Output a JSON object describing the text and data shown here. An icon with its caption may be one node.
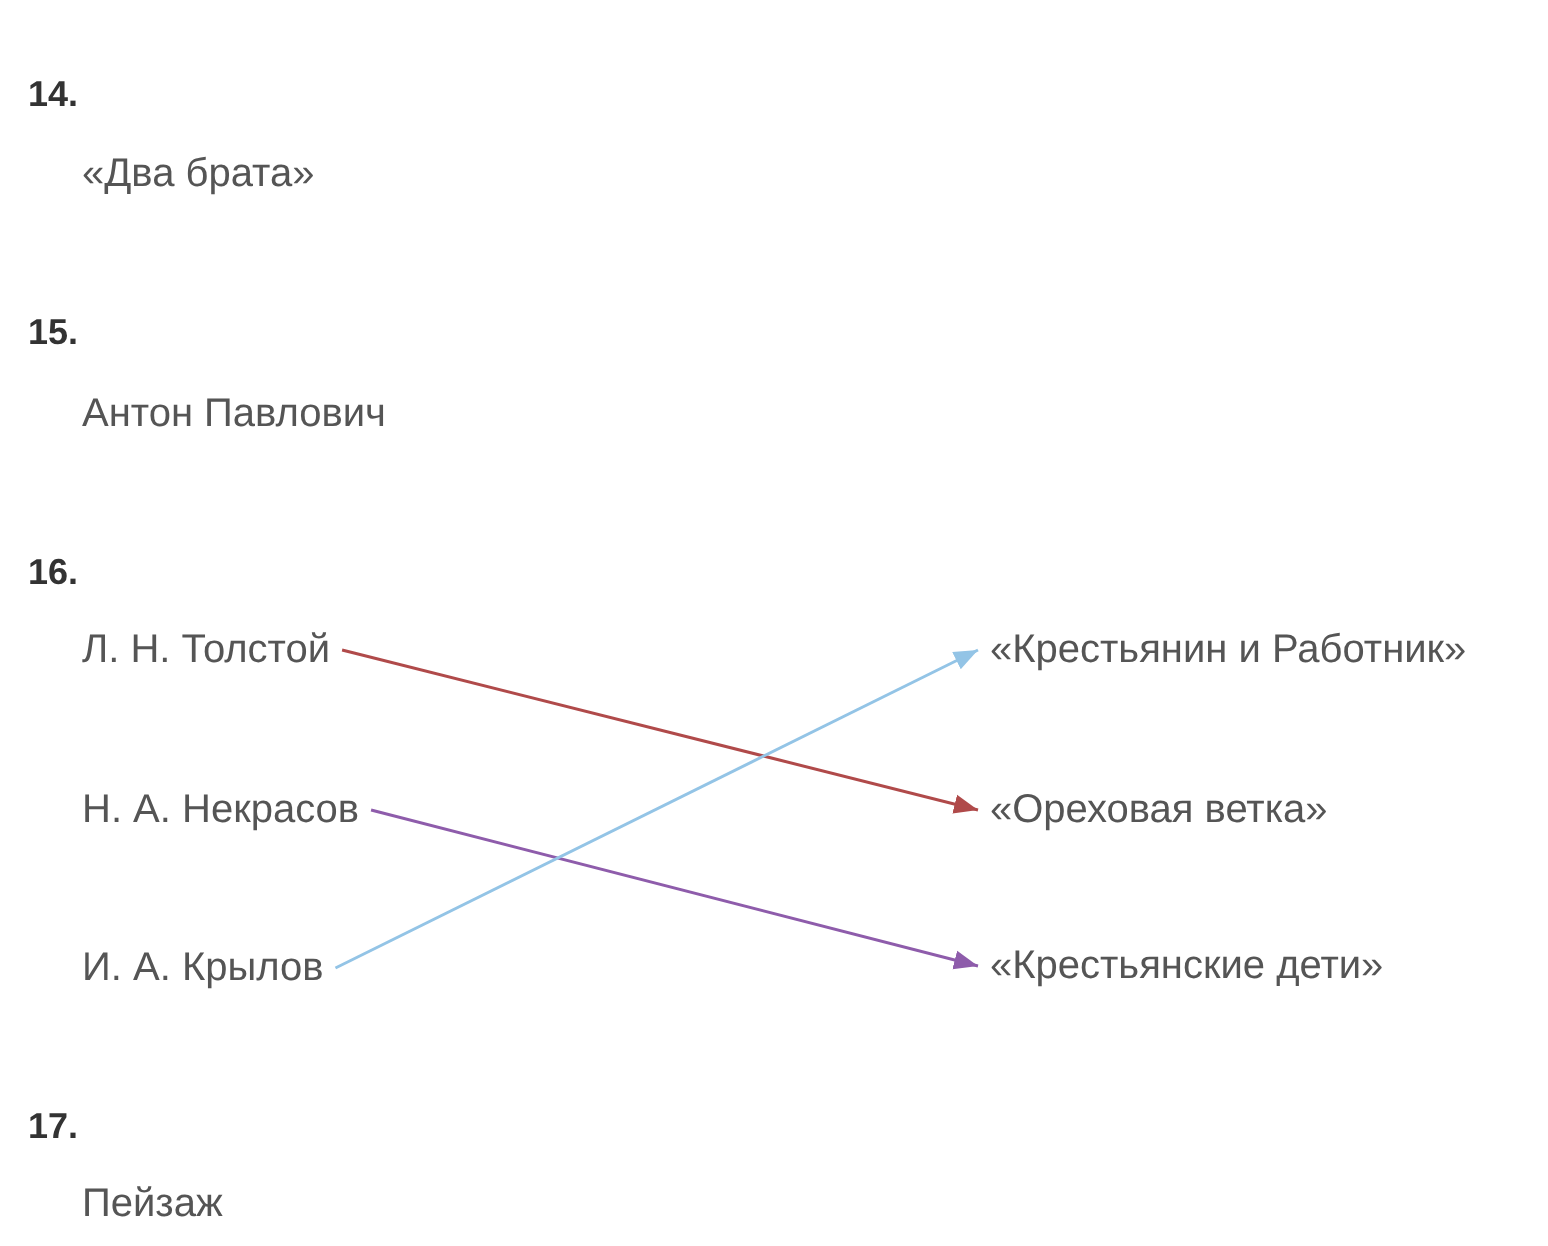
{
  "diagram": {
    "nodes": [
      {
        "text": [
          "Л. Н. Толстой"
        ]
      },
      {
        "text": [
          "Н. А. Некрасов"
        ]
      },
      {
        "text": [
          "И. А. Крылов"
        ]
      },
      {
        "text": [
          "«Крестьянин и Работник»"
        ]
      },
      {
        "text": [
          "«Ореховая ветка»"
        ]
      },
      {
        "text": [
          "«Крестьянские дети»"
        ]
      }
    ],
    "edges": [
      {
        "from": 0,
        "to": 4,
        "arrow": "to",
        "color": "#b04a4a"
      },
      {
        "from": 1,
        "to": 5,
        "arrow": "to",
        "color": "#8e5cab"
      },
      {
        "from": 2,
        "to": 3,
        "arrow": "to",
        "color": "#93c4e6"
      }
    ],
    "labels": [
      "14.",
      "«Два брата»",
      "15.",
      "Антон Павлович",
      "16.",
      "17.",
      "Пейзаж"
    ]
  }
}
